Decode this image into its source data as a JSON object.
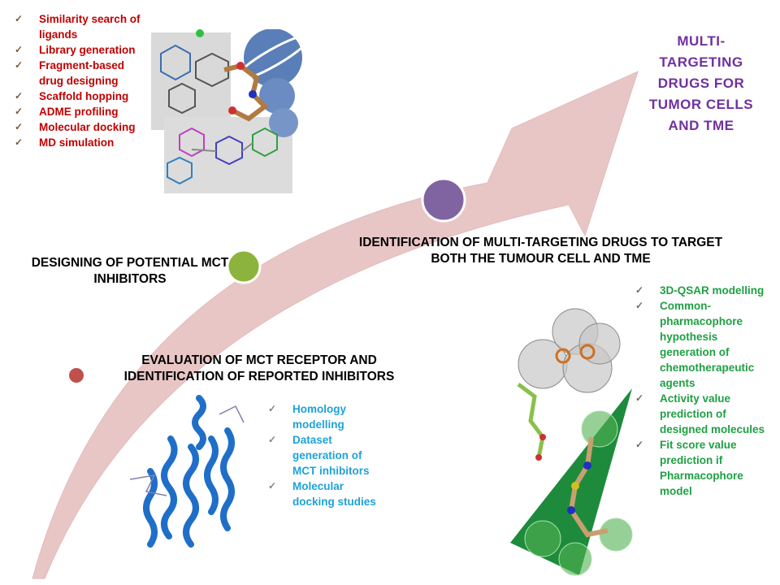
{
  "goal_title": "MULTI-TARGETING DRUGS FOR TUMOR CELLS AND TME",
  "stages": [
    {
      "title": "EVALUATION OF MCT RECEPTOR AND IDENTIFICATION OF REPORTED INHIBITORS",
      "dot_color": "#c0504d"
    },
    {
      "title": "DESIGNING OF POTENTIAL MCT INHIBITORS",
      "dot_color": "#8cb43c"
    },
    {
      "title": "IDENTIFICATION OF MULTI-TARGETING DRUGS TO TARGET BOTH THE TUMOUR CELL AND TME",
      "dot_color": "#8064a2"
    }
  ],
  "design_methods": [
    "Similarity search of ligands",
    "Library generation",
    "Fragment-based drug designing",
    "Scaffold hopping",
    "ADME profiling",
    "Molecular docking",
    "MD simulation"
  ],
  "evaluation_methods": [
    "Homology modelling",
    "Dataset generation of MCT inhibitors",
    "Molecular docking studies"
  ],
  "identification_methods": [
    "3D-QSAR modelling",
    "Common-pharmacophore hypothesis generation of chemotherapeutic agents",
    "Activity value prediction of designed molecules",
    "Fit score value prediction if Pharmacophore model"
  ],
  "check_symbol": "✓",
  "colors": {
    "arrow": "#e8c4c4",
    "design_text": "#c00000",
    "eval_text": "#1ea2d8",
    "ident_text": "#1fa043",
    "goal_text": "#7030a0"
  },
  "images": {
    "design_structures": "ligand-structure-images",
    "protein": "mct-protein-ribbon",
    "pharmacophore": "pharmacophore-model"
  }
}
